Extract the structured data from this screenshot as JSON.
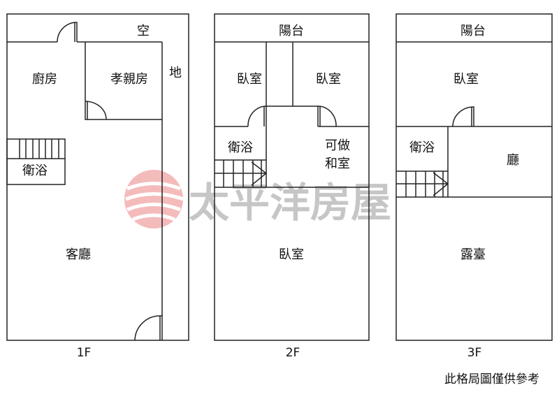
{
  "floors": [
    {
      "label": "1F",
      "rooms": {
        "kitchen": "廚房",
        "parents_room": "孝親房",
        "bath": "衛浴",
        "living": "客廳",
        "open_1": "空",
        "open_2": "地"
      }
    },
    {
      "label": "2F",
      "rooms": {
        "balcony": "陽台",
        "bedroom_a": "臥室",
        "bedroom_b": "臥室",
        "bath": "衛浴",
        "optional_1": "可做",
        "optional_2": "和室",
        "bedroom_c": "臥室"
      }
    },
    {
      "label": "3F",
      "rooms": {
        "balcony": "陽台",
        "bedroom": "臥室",
        "bath": "衛浴",
        "hall": "廳",
        "terrace": "露臺"
      }
    }
  ],
  "watermark": "太平洋房屋",
  "note": "此格局圖僅供參考",
  "colors": {
    "wall": "#222222",
    "watermark": "#999999",
    "logo": "#e04040"
  }
}
